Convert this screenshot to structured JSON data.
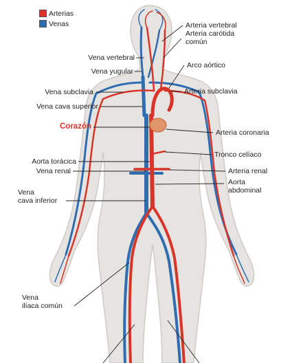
{
  "colors": {
    "artery": "#d8352a",
    "vein": "#2f6db3",
    "body": "#e6e4e0",
    "body_outline": "#cfcac4",
    "heart": "#e0956a"
  },
  "legend": [
    {
      "label": "Arterias",
      "color": "#d8352a"
    },
    {
      "label": "Venas",
      "color": "#2f6db3"
    }
  ],
  "labels": {
    "arteria_vertebral": "Arteria vertebral",
    "arteria_carotida_1": "Arteria carótida",
    "arteria_carotida_2": "común",
    "vena_vertebral": "Vena vertebral",
    "vena_yugular": "Vena yugular",
    "arco_aortico": "Arco aórtico",
    "vena_subclavia": "Vena subclavia",
    "arteria_subclavia": "Arteria subclavia",
    "vena_cava_superior": "Vena cava superior",
    "corazon": "Corazón",
    "arteria_coronaria": "Arteria coronaria",
    "tronco_celiaco": "Tronco celíaco",
    "aorta_toracica": "Aorta torácica",
    "vena_renal": "Vena renal",
    "arteria_renal": "Arteria renal",
    "aorta_abdominal_1": "Aorta",
    "aorta_abdominal_2": "abdominal",
    "vena_cava_inferior_1": "Vena",
    "vena_cava_inferior_2": "cava inferior",
    "vena_iliaca_1": "Vena",
    "vena_iliaca_2": "ilíaca común"
  }
}
